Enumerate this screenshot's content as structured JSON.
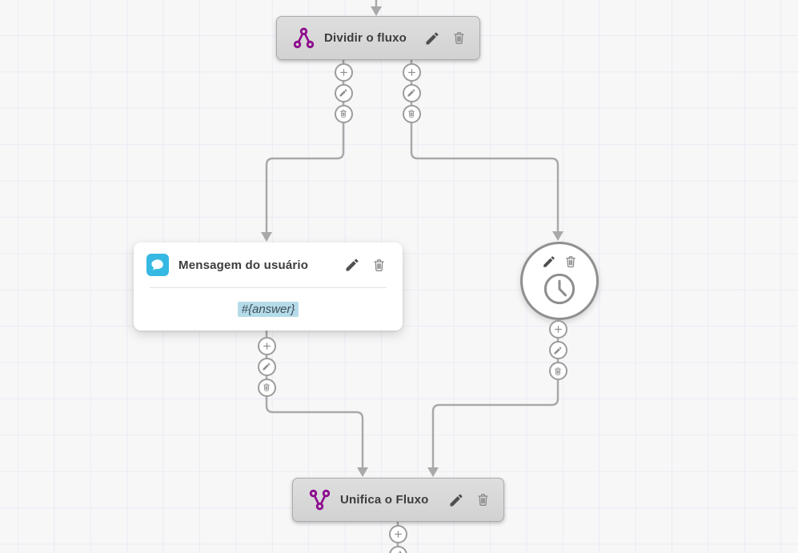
{
  "colors": {
    "canvas-bg": "#f7f7f8",
    "grid-line": "#e9ecf3",
    "connector": "#a9a9a9",
    "node-fill": "#d8d8d8",
    "node-border": "#ababab",
    "node-text": "#3c3c3c",
    "purple": "#8e0e8e",
    "blue": "#35b9e3",
    "highlight": "#b5dbe9",
    "button-border": "#9c9c9c",
    "button-icon": "#8f8f8f",
    "edit-icon": "#4f4f4f",
    "delete-icon": "#8a8a8a"
  },
  "nodes": {
    "split": {
      "label": "Dividir o fluxo",
      "icon": "split-icon"
    },
    "message": {
      "label": "Mensagem do usuário",
      "icon": "chat-bubble-icon",
      "content": "#{answer}"
    },
    "timer": {
      "icon": "clock-icon"
    },
    "merge": {
      "label": "Unifica o Fluxo",
      "icon": "merge-icon"
    }
  },
  "action_buttons": {
    "add": "plus-icon",
    "edit": "pencil-icon",
    "delete": "trash-icon"
  }
}
